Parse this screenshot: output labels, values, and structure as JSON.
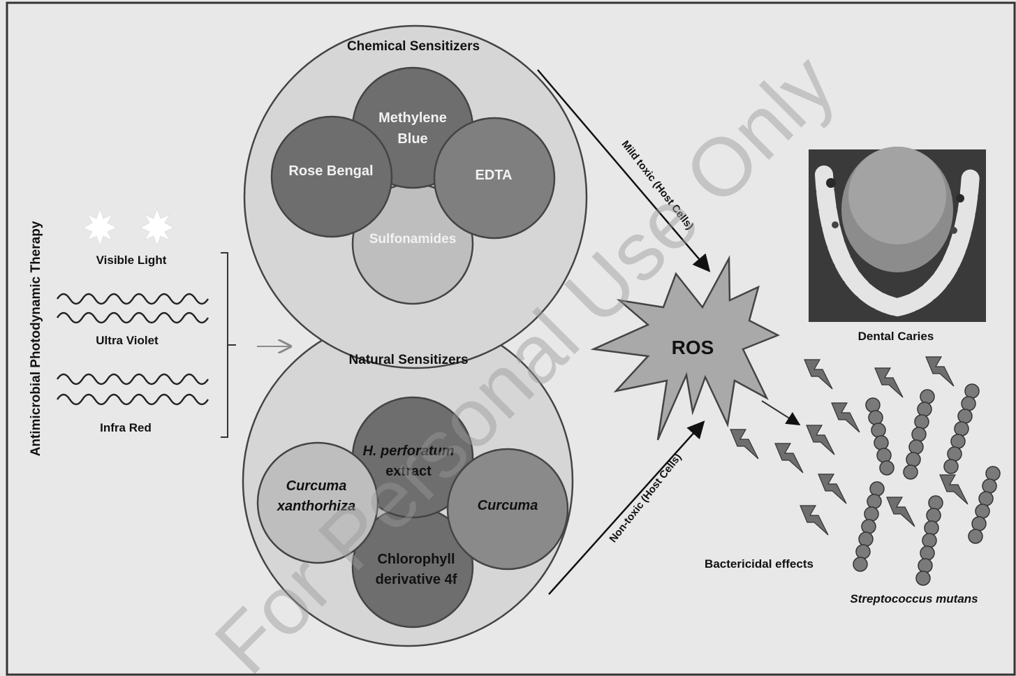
{
  "side_title": "Antimicrobial Photodynamic Therapy",
  "light_sources": {
    "visible": "Visible Light",
    "ultraviolet": "Ultra Violet",
    "infrared": "Infra Red"
  },
  "chemical": {
    "title": "Chemical Sensitizers",
    "methylene_l1": "Methylene",
    "methylene_l2": "Blue",
    "rose_bengal": "Rose Bengal",
    "edta": "EDTA",
    "sulfonamides": "Sulfonamides"
  },
  "natural": {
    "title": "Natural Sensitizers",
    "hperf_l1": "H. perforatum",
    "hperf_l2": "extract",
    "cx_l1": "Curcuma",
    "cx_l2": "xanthorhiza",
    "curcuma": "Curcuma",
    "chloro_l1": "Chlorophyll",
    "chloro_l2": "derivative 4f"
  },
  "arrows": {
    "mild_toxic": "Mild toxic (Host Cells)",
    "non_toxic": "Non-toxic (Host Cells)"
  },
  "ros": "ROS",
  "dental_caries": "Dental Caries",
  "bactericidal": "Bactericidal effects",
  "bacteria": "Streptococcus mutans",
  "watermark": "For Personal Use Only",
  "colors": {
    "background": "#e8e8e8",
    "outer_circle": "#d6d6d6",
    "dark_circle": "#6e6e6e",
    "mid_circle": "#8a8a8a",
    "light_circle": "#bebebe",
    "ros_burst": "#a9a9a9",
    "bacteria": "#7a7a7a"
  }
}
